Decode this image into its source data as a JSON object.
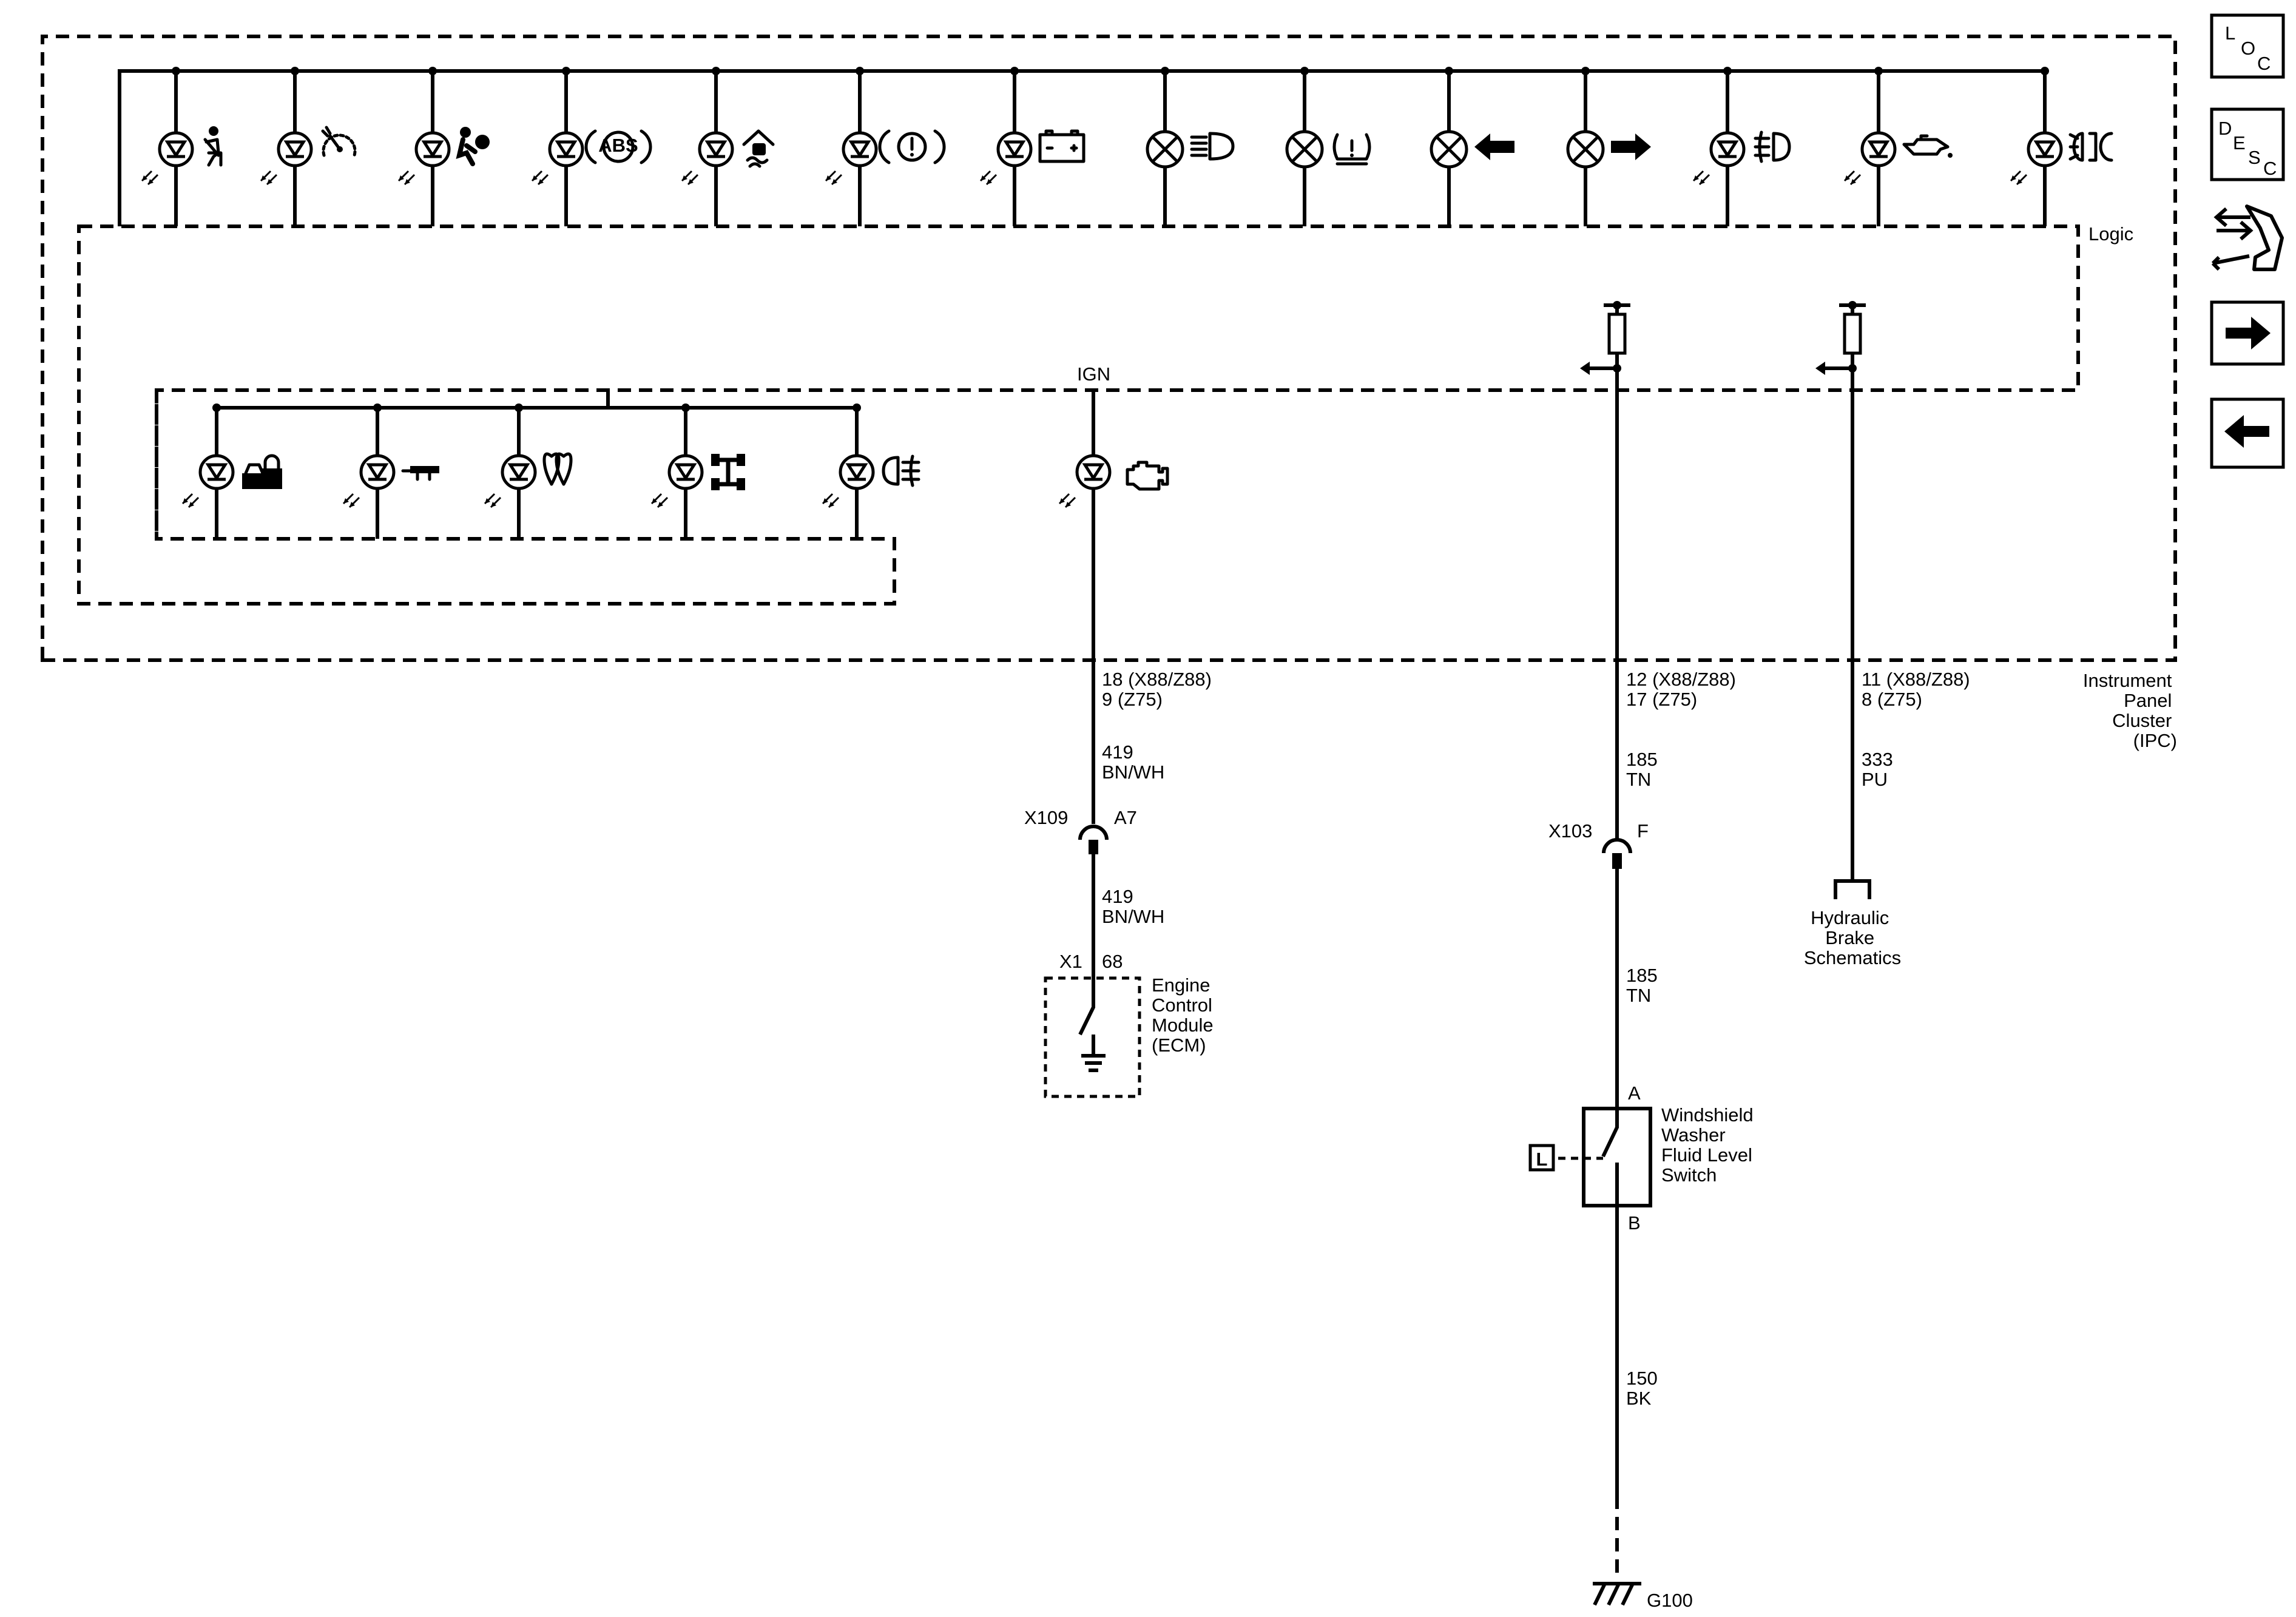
{
  "modules": {
    "ipc": [
      "Instrument",
      "Panel",
      "Cluster",
      "(IPC)"
    ],
    "logic": "Logic",
    "ign": "IGN",
    "ecm": [
      "Engine",
      "Control",
      "Module",
      "(ECM)"
    ],
    "washer_switch": [
      "Windshield",
      "Washer",
      "Fluid Level",
      "Switch"
    ],
    "hydraulic_brake": [
      "Hydraulic",
      "Brake",
      "Schematics"
    ],
    "level_sensor_letter": "L",
    "ground": "G100"
  },
  "circuits": {
    "ign_pin": [
      "18 (X88/Z88)",
      "9 (Z75)"
    ],
    "ign_wire_top": [
      "419",
      "BN/WH"
    ],
    "ign_wire_bottom": [
      "419",
      "BN/WH"
    ],
    "x109": "X109",
    "x109_pin": "A7",
    "x1": "X1",
    "x1_pin": "68",
    "washer_pin": [
      "12 (X88/Z88)",
      "17 (Z75)"
    ],
    "washer_wire_top": [
      "185",
      "TN"
    ],
    "washer_wire_bottom": [
      "185",
      "TN"
    ],
    "x103": "X103",
    "x103_pin": "F",
    "switch_a": "A",
    "switch_b": "B",
    "ground_wire": [
      "150",
      "BK"
    ],
    "brake_pin": [
      "11 (X88/Z88)",
      "8 (Z75)"
    ],
    "brake_wire": [
      "333",
      "PU"
    ]
  },
  "nav": {
    "loc": [
      "L",
      "O",
      "C"
    ],
    "desc": [
      "D",
      "E",
      "S",
      "C"
    ]
  },
  "indicators_top": [
    "seatbelt-icon",
    "cruise-speed-icon",
    "airbag-icon",
    "abs-icon",
    "traction-control-icon",
    "brake-warning-icon",
    "battery-icon",
    "high-beam-icon",
    "tire-pressure-icon",
    "turn-left-icon",
    "turn-right-icon",
    "front-fog-icon",
    "oil-pressure-icon",
    "park-lamp-icon"
  ],
  "indicators_bottom": [
    "security-icon",
    "trailer-icon",
    "glow-plug-icon",
    "axle-icon",
    "rear-fog-icon"
  ],
  "indicator_engine": "check-engine-icon"
}
